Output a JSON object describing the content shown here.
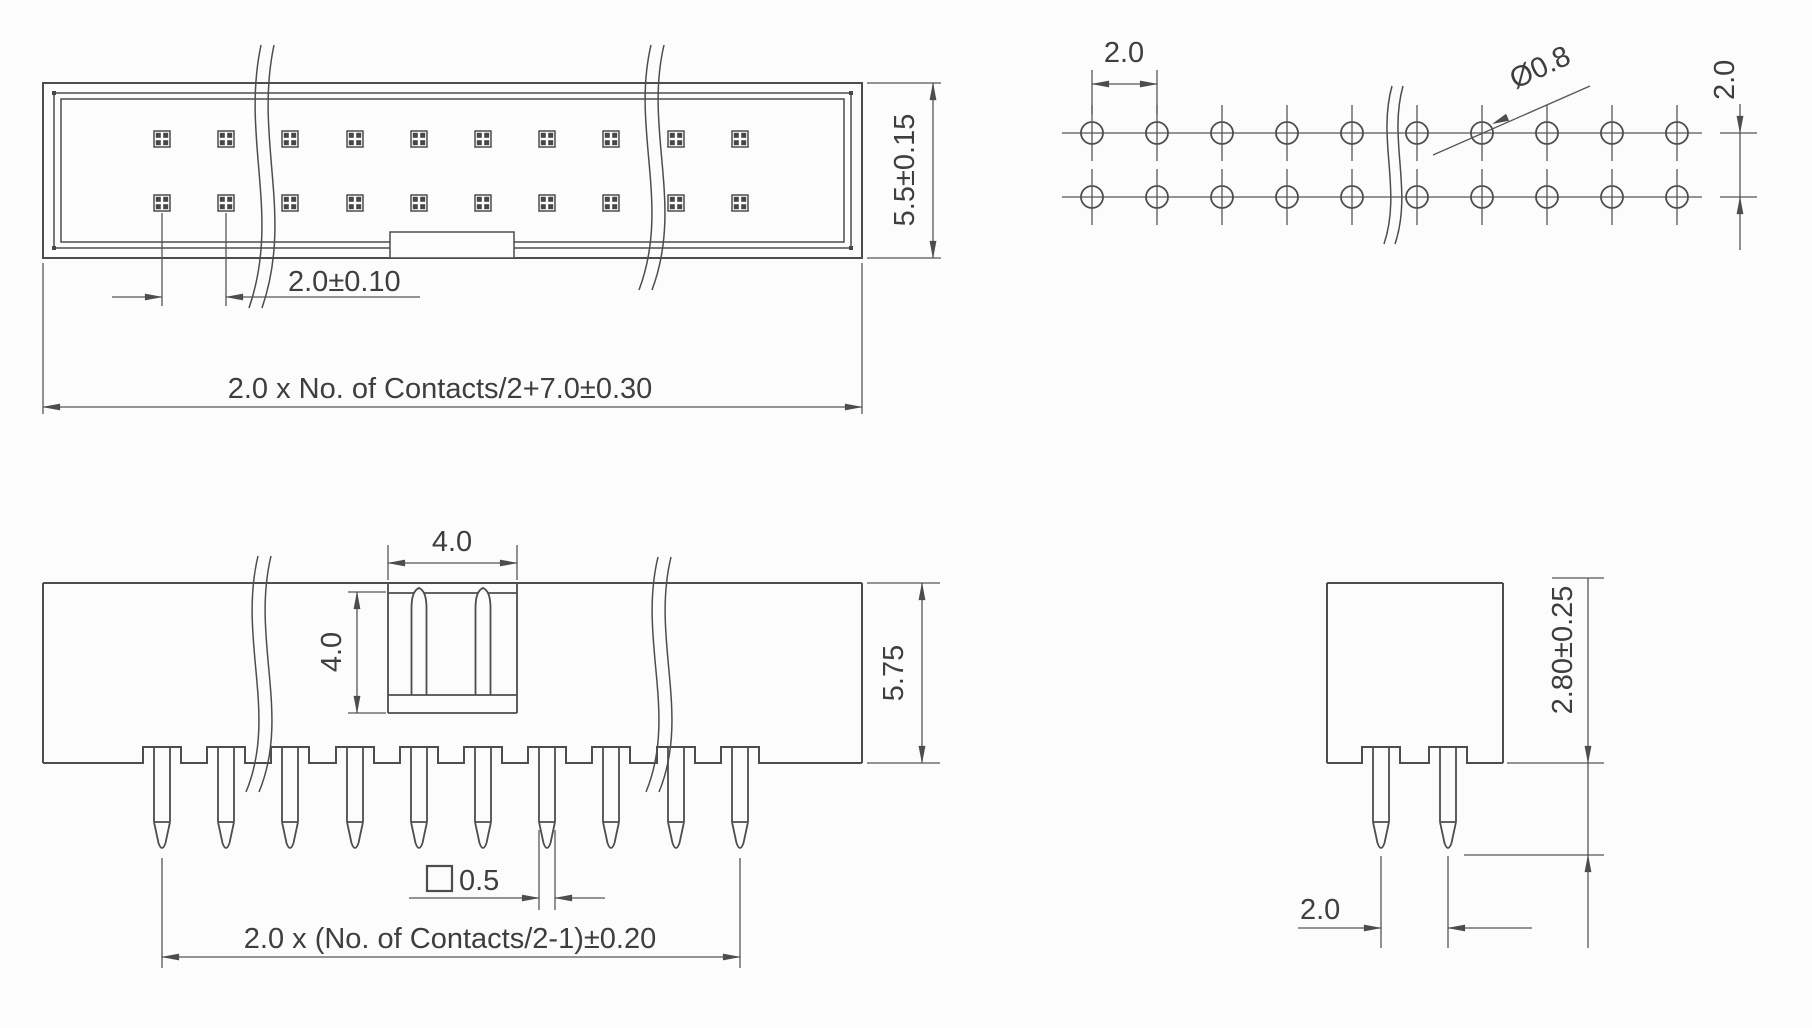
{
  "page": {
    "background": "#fcfcfc",
    "line_color": "#4d4d4d",
    "dim_color": "#565656",
    "text_color": "#3e3e3e"
  },
  "views": {
    "top_view": {
      "contact_rows": 2,
      "contacts_per_row_shown": 10,
      "dims": {
        "contact_pitch": "2.0±0.10",
        "overall_length": "2.0 x No. of Contacts/2+7.0±0.30",
        "body_width": "5.5±0.15"
      }
    },
    "pcb_hole_layout": {
      "hole_rows": 2,
      "holes_per_row_shown": 10,
      "dims": {
        "hole_pitch": "2.0",
        "hole_diameter": "Ø0.8",
        "row_spacing": "2.0"
      }
    },
    "front_view": {
      "pins_shown": 10,
      "dims": {
        "key_slot_width": "4.0",
        "key_slot_depth": "4.0",
        "body_height": "5.75",
        "pin_square_symbol": "□",
        "pin_square_size": "0.5",
        "pin_row_span": "2.0 x (No. of Contacts/2-1)±0.20"
      }
    },
    "side_view": {
      "pins_shown": 2,
      "dims": {
        "pin_tail_below_board": "2.80±0.25",
        "pin_pitch": "2.0"
      }
    }
  }
}
